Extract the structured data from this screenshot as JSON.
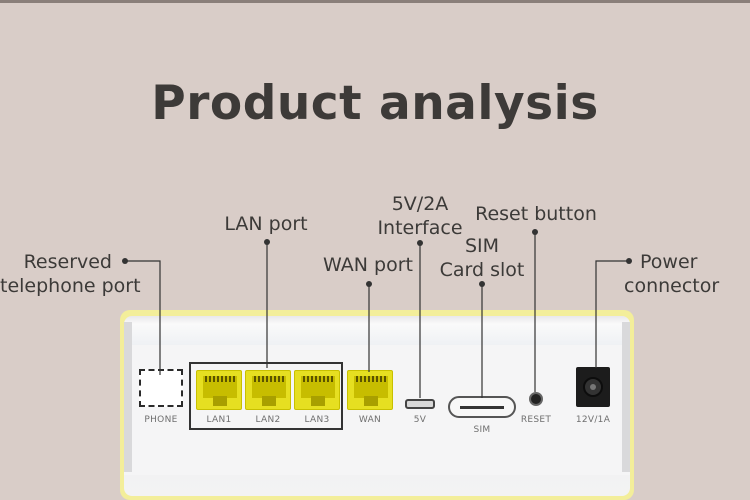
{
  "title": "Product analysis",
  "callouts": {
    "phone": [
      "Reserved",
      "telephone port"
    ],
    "lan": "LAN port",
    "wan": "WAN port",
    "interface": [
      "5V/2A",
      "Interface"
    ],
    "sim": [
      "SIM",
      "Card slot"
    ],
    "reset": "Reset button",
    "power": [
      "Power",
      "connector"
    ]
  },
  "ports": {
    "phone": "PHONE",
    "lan1": "LAN1",
    "lan2": "LAN2",
    "lan3": "LAN3",
    "wan": "WAN",
    "usb": "5V",
    "sim": "SIM",
    "reset": "RESET",
    "power": "12V/1A"
  },
  "colors": {
    "background": "#d9cdc8",
    "port_yellow": "#e6df21",
    "text": "#3c3a38"
  }
}
